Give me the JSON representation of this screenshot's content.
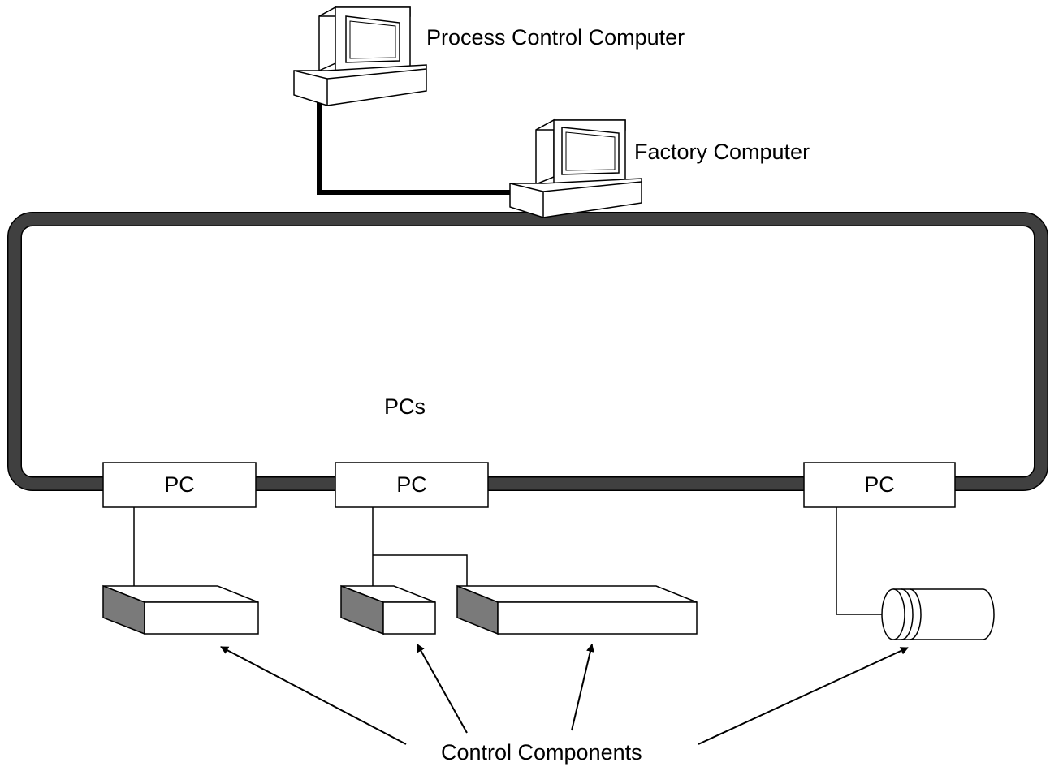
{
  "labels": {
    "process_control_computer": "Process Control Computer",
    "factory_computer": "Factory Computer",
    "pcs": "PCs",
    "pc_left": "PC",
    "pc_middle": "PC",
    "pc_right": "PC",
    "control_components": "Control Components"
  },
  "colors": {
    "ring": "#404040",
    "component_side": "#7a7a7a",
    "line": "#000000",
    "fill": "#ffffff"
  }
}
